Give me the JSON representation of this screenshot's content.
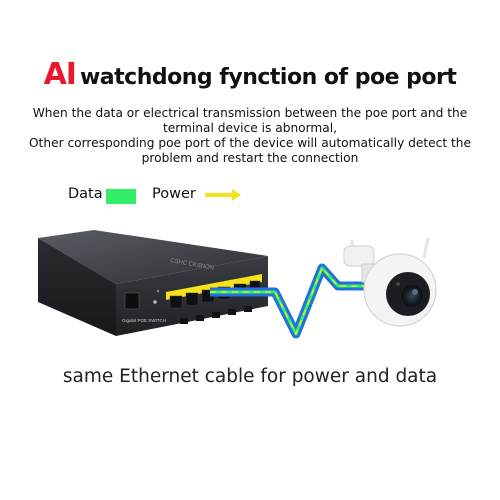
{
  "header": {
    "title_prefix": "AI",
    "title_rest": "watchdong fynction of poe port"
  },
  "description": {
    "lines": [
      "When the data or electrical transmission between the poe port and the",
      "terminal device is abnormal,",
      "Other corresponding poe port of the device will automatically detect the",
      "problem and restart the connection"
    ]
  },
  "legend": {
    "data_label": "Data",
    "power_label": "Power",
    "data_color": "#33ee6a",
    "power_color": "#f5e21a"
  },
  "device": {
    "panel_label": "Gigabit POE SWITCH"
  },
  "caption": "same Ethernet cable for power and data"
}
